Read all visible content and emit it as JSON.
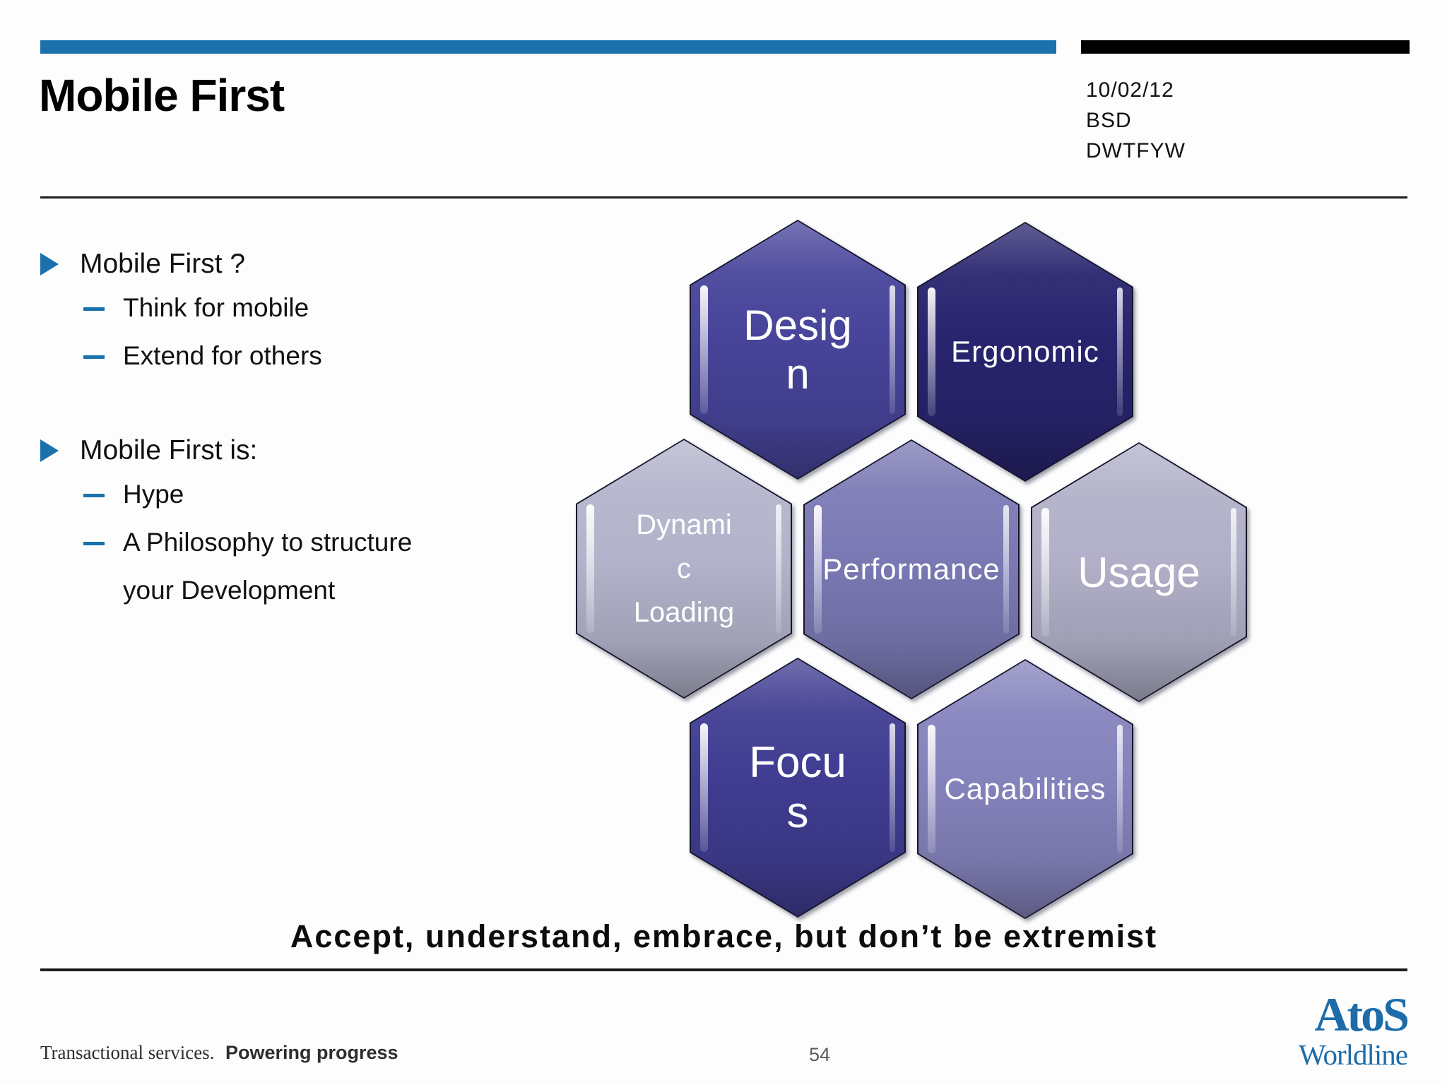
{
  "header": {
    "title": "Mobile First",
    "date": "10/02/12",
    "ref_line1": "BSD",
    "ref_line2": "DWTFYW",
    "accent_bar_color": "#1b71ab",
    "secondary_bar_color": "#000000"
  },
  "bullets": [
    {
      "label": "Mobile First ?",
      "subs": [
        "Think for mobile",
        "Extend for others"
      ]
    },
    {
      "label": "Mobile First is:",
      "subs": [
        "Hype",
        "A Philosophy to structure your Development"
      ]
    }
  ],
  "diagram": {
    "hexagons": [
      {
        "name": "design",
        "label": "Desig\nn",
        "fill": "#47449a"
      },
      {
        "name": "ergonomic",
        "label": "Ergonomic",
        "fill": "#28246e"
      },
      {
        "name": "dynamic-loading",
        "label": "Dynami\nc\nLoading",
        "fill": "#b3b3cb"
      },
      {
        "name": "performance",
        "label": "Performance",
        "fill": "#7a79b4"
      },
      {
        "name": "usage",
        "label": "Usage",
        "fill": "#b1b0c8"
      },
      {
        "name": "focus",
        "label": "Focu\ns",
        "fill": "#403d92"
      },
      {
        "name": "capabilities",
        "label": "Capabilities",
        "fill": "#8583bc"
      }
    ]
  },
  "tagline": "Accept, understand, embrace, but don’t be extremist",
  "footer": {
    "brand_serif": "Transactional services.",
    "brand_bold": "Powering progress",
    "page_number": "54",
    "logo_line1": "AtoS",
    "logo_line2": "Worldline",
    "logo_color": "#1c6ca9"
  }
}
